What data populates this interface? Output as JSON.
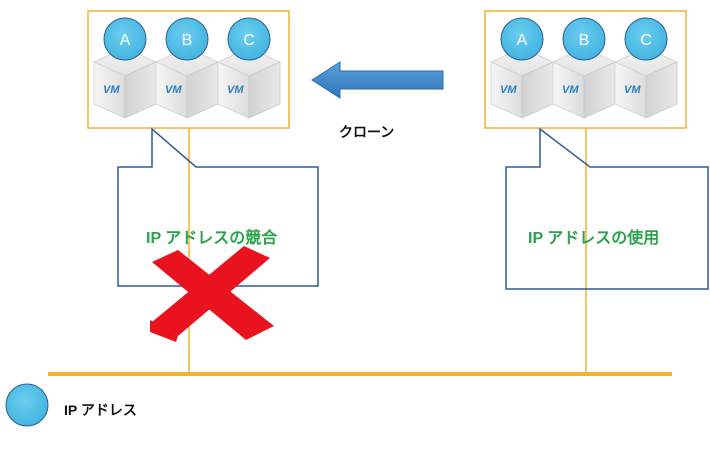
{
  "colors": {
    "line": "#f0b232",
    "callout_border": "#2f5c9b",
    "callout_text": "#2ba24c",
    "ip_circle": "#4cbde4",
    "ip_circle_border": "#2f5c9b",
    "arrow": "#3f85c9",
    "cross": "#e8131f",
    "vm_text": "#2a7fc0"
  },
  "left_group": {
    "vms": [
      {
        "ip": "A",
        "label": "VM"
      },
      {
        "ip": "B",
        "label": "VM"
      },
      {
        "ip": "C",
        "label": "VM"
      }
    ],
    "callout": "IP アドレスの競合"
  },
  "right_group": {
    "vms": [
      {
        "ip": "A",
        "label": "VM"
      },
      {
        "ip": "B",
        "label": "VM"
      },
      {
        "ip": "C",
        "label": "VM"
      }
    ],
    "callout": "IP アドレスの使用"
  },
  "clone_label": "クローン",
  "legend": {
    "label": "IP アドレス",
    "icon": "ip-address-circle"
  }
}
